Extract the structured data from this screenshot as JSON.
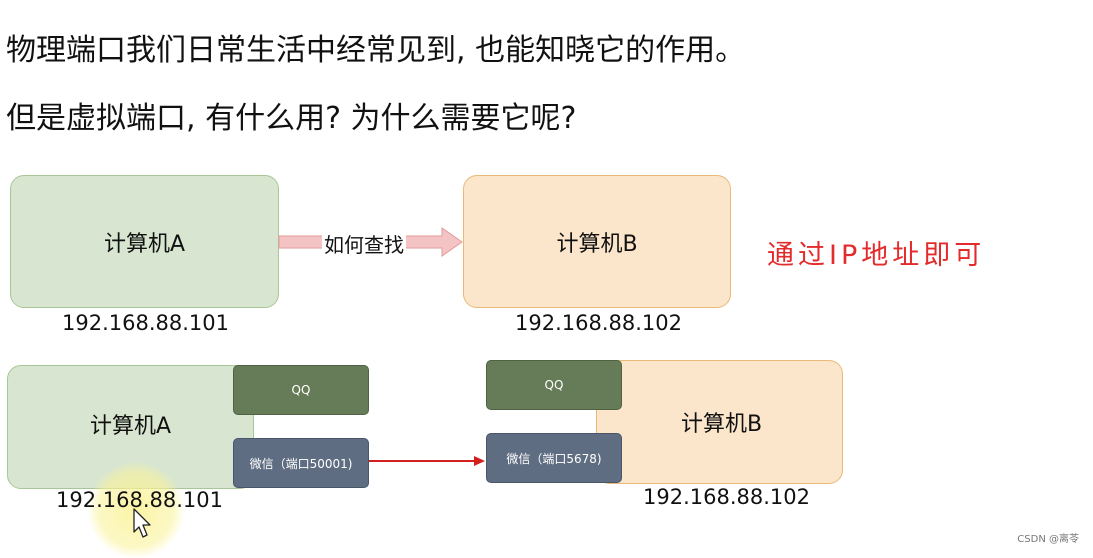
{
  "headings": {
    "line1": "物理端口我们日常生活中经常见到, 也能知晓它的作用。",
    "line2": "但是虚拟端口, 有什么用? 为什么需要它呢?"
  },
  "top": {
    "computer_a": {
      "label": "计算机A",
      "ip": "192.168.88.101"
    },
    "computer_b": {
      "label": "计算机B",
      "ip": "192.168.88.102"
    },
    "arrow_label": "如何查找",
    "note": "通过IP地址即可"
  },
  "bottom": {
    "computer_a": {
      "label": "计算机A",
      "ip": "192.168.88.101"
    },
    "computer_b": {
      "label": "计算机B",
      "ip": "192.168.88.102"
    },
    "qq_left": "QQ",
    "wechat_left": "微信（端口50001)",
    "qq_right": "QQ",
    "wechat_right": "微信（端口5678)"
  },
  "colors": {
    "green_fill": "#d8e6d1",
    "orange_fill": "#fbe6cb",
    "qq_box": "#667c58",
    "wechat_box": "#5f6d82",
    "note_red": "#e32b2b",
    "arrow_red": "#d22020",
    "arrow_pink": "#f4c4c4"
  },
  "watermark": "CSDN @离苓",
  "icons": [
    "mouse-cursor-icon"
  ]
}
